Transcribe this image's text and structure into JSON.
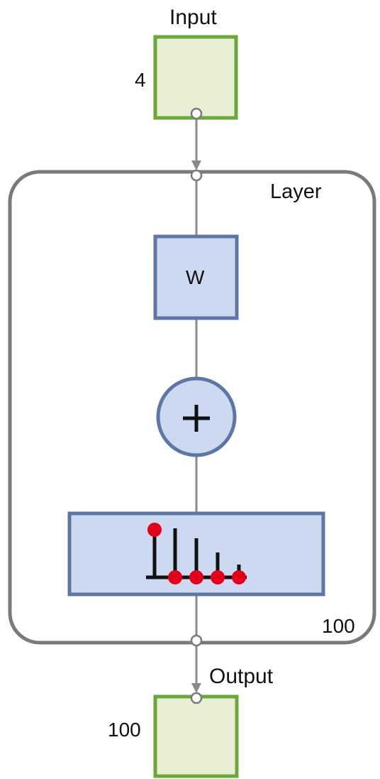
{
  "input": {
    "label": "Input",
    "size": "4"
  },
  "layer": {
    "label": "Layer",
    "weight_label": "W",
    "sum_symbol": "+",
    "transfer_icon": "softmax-stem-plot-icon",
    "size": "100"
  },
  "output": {
    "label": "Output",
    "size": "100"
  },
  "colors": {
    "io_fill": "#e8efd5",
    "io_border": "#6aa83a",
    "op_fill": "#cdd9f0",
    "op_border": "#5e76a6",
    "frame": "#7a7a7a",
    "wire": "#8a8a8a",
    "marker": "#e4001b"
  }
}
